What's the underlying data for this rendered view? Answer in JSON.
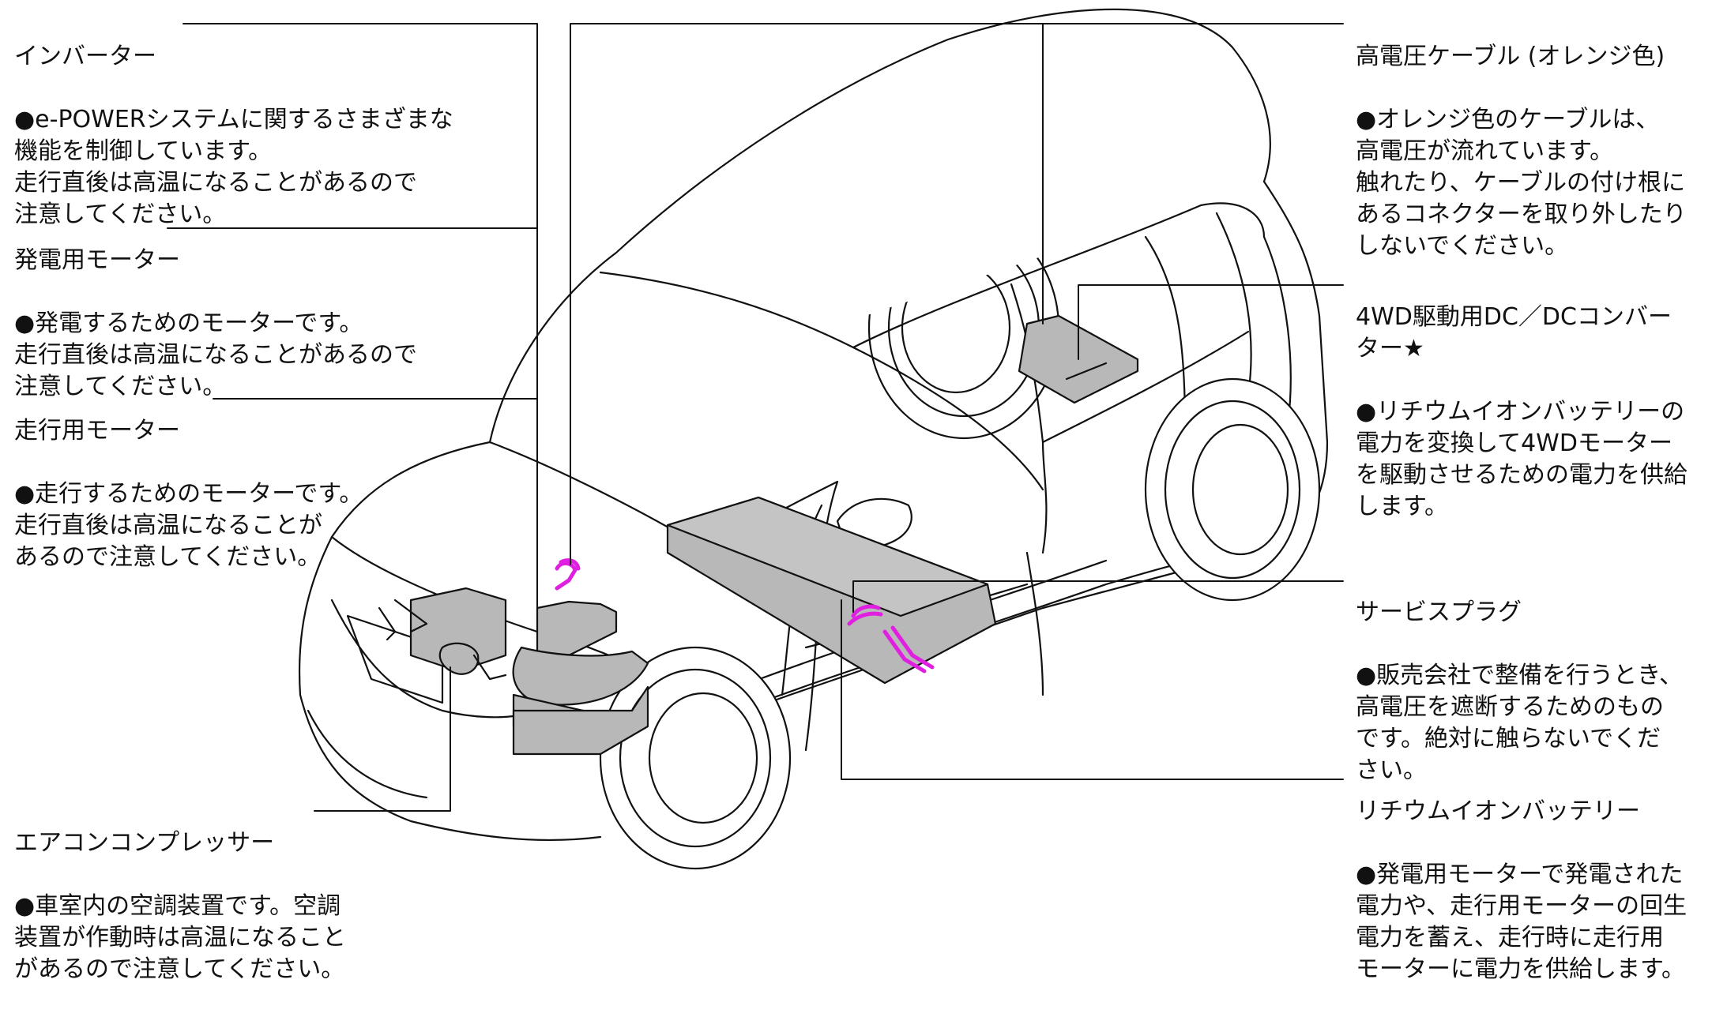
{
  "labels": {
    "inverter": {
      "title": "インバーター",
      "body": "●e-POWERシステムに関するさまざまな\n機能を制御しています。\n走行直後は高温になることがあるので\n注意してください。"
    },
    "generator_motor": {
      "title": "発電用モーター",
      "body": "●発電するためのモーターです。\n走行直後は高温になることがあるので\n注意してください。"
    },
    "traction_motor": {
      "title": "走行用モーター",
      "body": "●走行するためのモーターです。\n走行直後は高温になることが\nあるので注意してください。"
    },
    "ac_compressor": {
      "title": "エアコンコンプレッサー",
      "body": "●車室内の空調装置です。空調\n装置が作動時は高温になること\nがあるので注意してください。"
    },
    "hv_cable": {
      "title": "高電圧ケーブル (オレンジ色)",
      "body": "●オレンジ色のケーブルは、\n高電圧が流れています。\n触れたり、ケーブルの付け根に\nあるコネクターを取り外したり\nしないでください。"
    },
    "dcdc_converter": {
      "title": "4WD駆動用DC／DCコンバー\nター★",
      "body": "●リチウムイオンバッテリーの\n電力を変換して4WDモーター\nを駆動させるための電力を供給\nします。"
    },
    "service_plug": {
      "title": "サービスプラグ",
      "body": "●販売会社で整備を行うとき、\n高電圧を遮断するためのもの\nです。絶対に触らないでくだ\nさい。"
    },
    "li_battery": {
      "title": "リチウムイオンバッテリー",
      "body": "●発電用モーターで発電された\n電力や、走行用モーターの回生\n電力を蓄え、走行時に走行用\nモーターに電力を供給します。"
    }
  },
  "colors": {
    "component_fill": "#b8b8b8",
    "hv_cable": "#e020e0",
    "line": "#111111"
  }
}
